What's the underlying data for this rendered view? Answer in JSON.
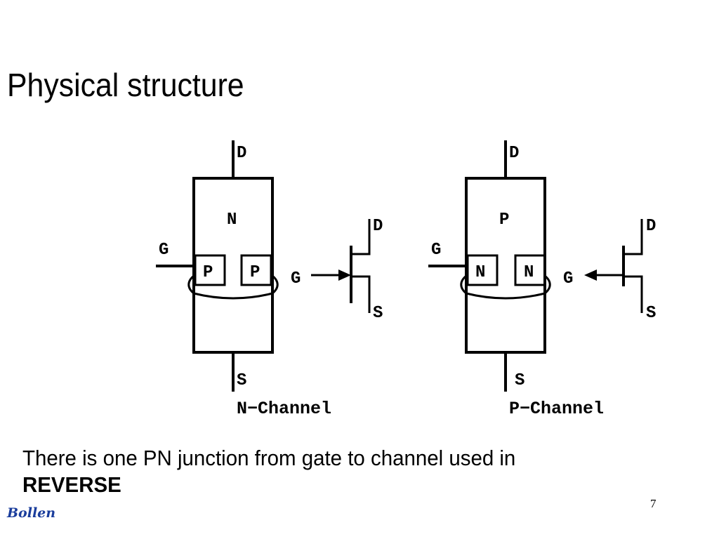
{
  "slide": {
    "title": "Physical structure",
    "caption_text": "There is one PN junction from gate to channel used in",
    "caption_emphasis": "REVERSE",
    "author": "Bollen",
    "page_number": "7"
  },
  "n_channel": {
    "drain_label": "D",
    "gate_label": "G",
    "source_label": "S",
    "channel_label": "N",
    "gate_region_left": "P",
    "gate_region_right": "P",
    "symbol_drain_label": "D",
    "symbol_gate_label": "G",
    "symbol_source_label": "S",
    "caption": "N−Channel"
  },
  "p_channel": {
    "drain_label": "D",
    "gate_label": "G",
    "source_label": "S",
    "channel_label": "P",
    "gate_region_left": "N",
    "gate_region_right": "N",
    "symbol_drain_label": "D",
    "symbol_gate_label": "G",
    "symbol_source_label": "S",
    "caption": "P−Channel"
  }
}
